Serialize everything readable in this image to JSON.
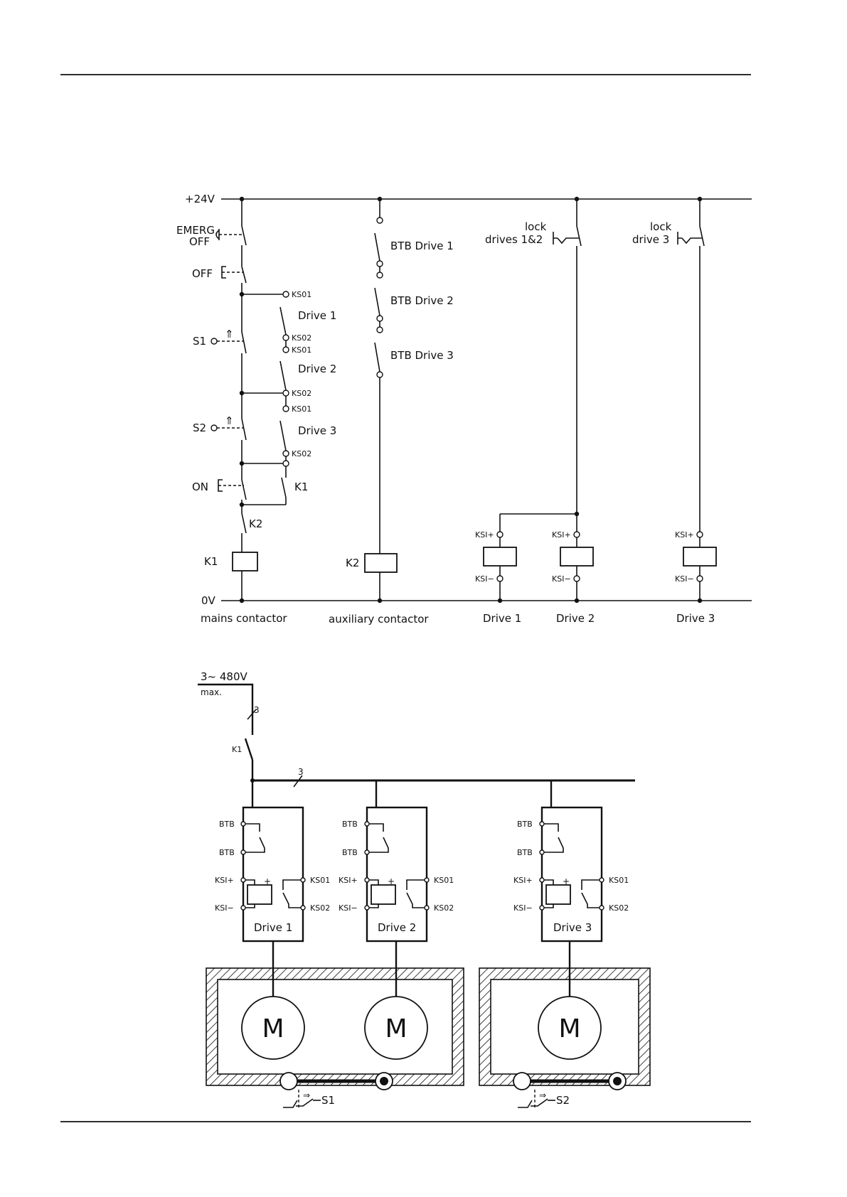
{
  "schematic": {
    "supply_plus": "+24V",
    "supply_zero": "0V",
    "emerg": "EMERG.",
    "emerg_off": "OFF",
    "off": "OFF",
    "s1": "S1",
    "s2": "S2",
    "on": "ON",
    "k1": "K1",
    "k2": "K2",
    "ks01": "KS01",
    "ks02": "KS02",
    "drive1": "Drive 1",
    "drive2": "Drive 2",
    "drive3": "Drive 3",
    "btb1": "BTB Drive 1",
    "btb2": "BTB Drive 2",
    "btb3": "BTB Drive 3",
    "lock_12_a": "lock",
    "lock_12_b": "drives 1&2",
    "lock_3_a": "lock",
    "lock_3_b": "drive 3",
    "ksi_plus": "KSI+",
    "ksi_minus": "KSI−",
    "mains_contactor": "mains contactor",
    "aux_contactor": "auxiliary contactor"
  },
  "power": {
    "supply": "3~ 480V",
    "supply_max": "max.",
    "phases": "3",
    "k1": "K1",
    "btb": "BTB",
    "ksi_plus": "KSI+",
    "ksi_minus": "KSI−",
    "ks01": "KS01",
    "ks02": "KS02",
    "plus": "+",
    "drive1": "Drive 1",
    "drive2": "Drive 2",
    "drive3": "Drive 3",
    "motor": "M",
    "s1": "S1",
    "s2": "S2",
    "door_arrow": "⇒"
  }
}
